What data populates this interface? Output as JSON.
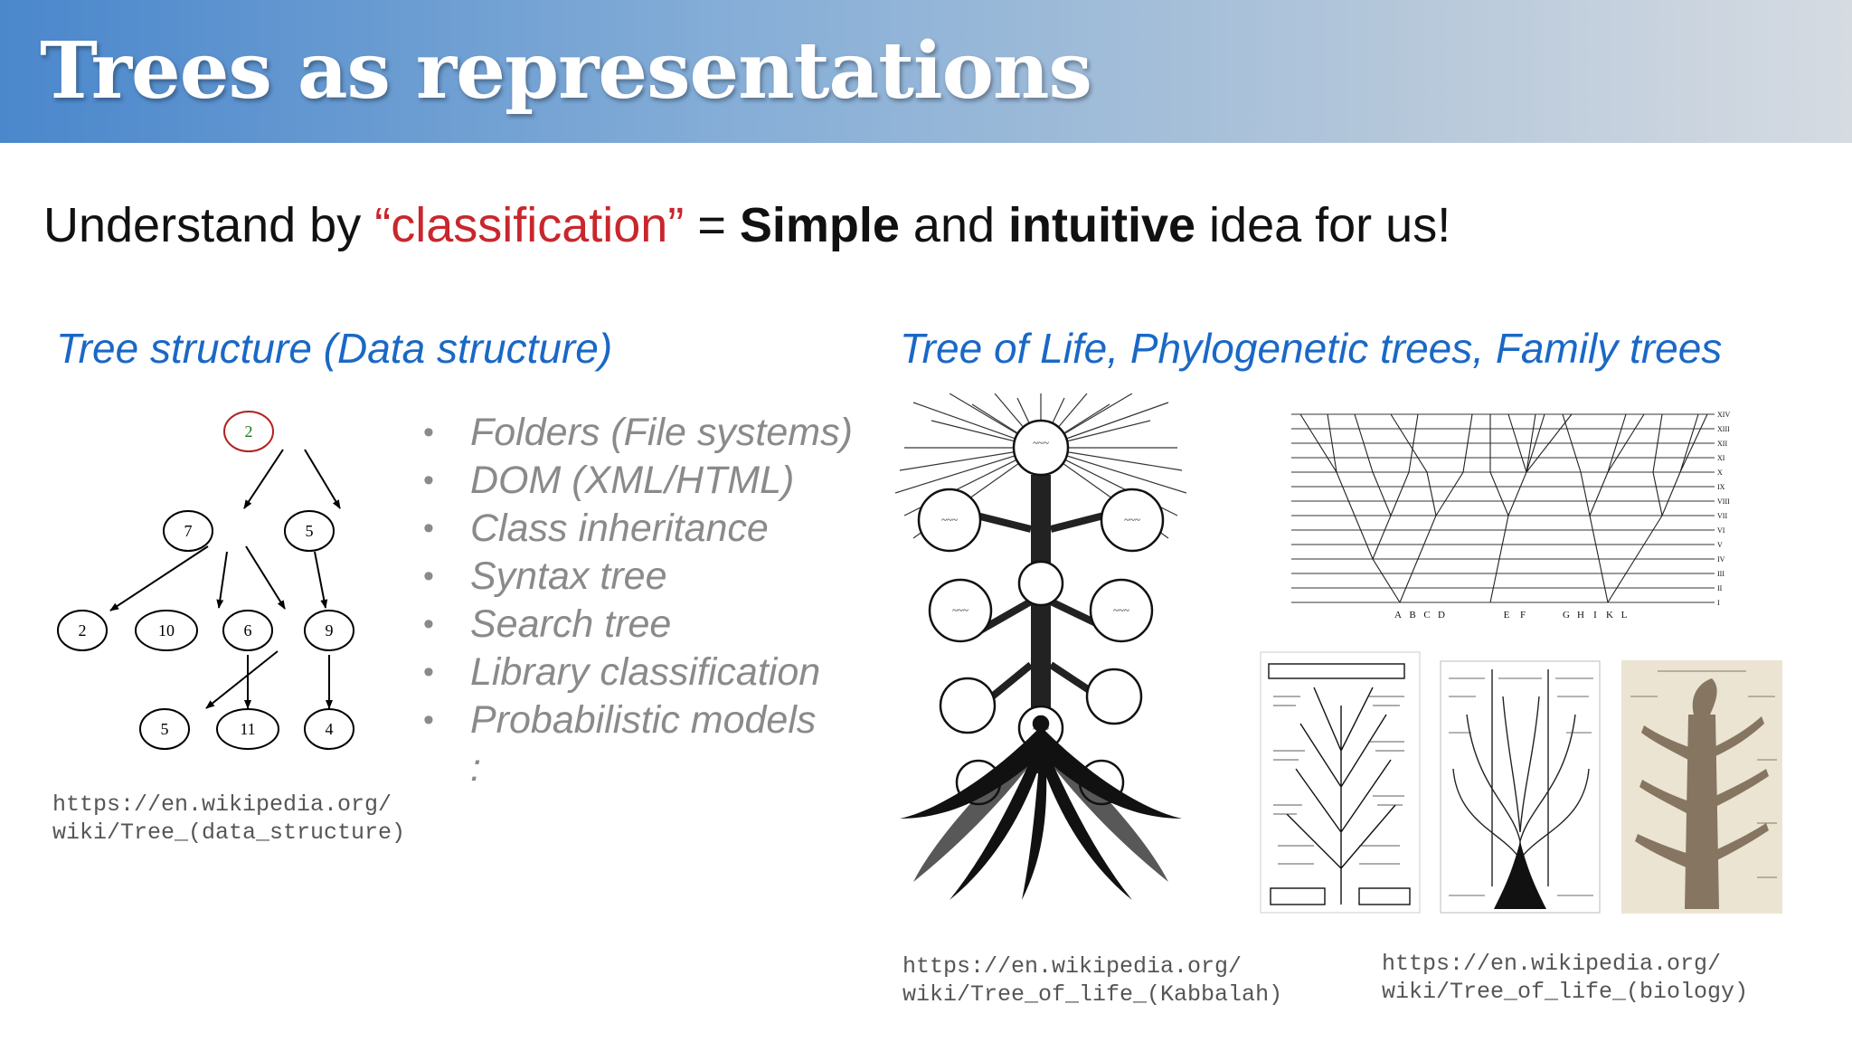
{
  "slide": {
    "title": "Trees as representations",
    "headline": {
      "part1": "Understand by ",
      "quoted": "“classification”",
      "part2": " = ",
      "bold1": "Simple",
      "part3": " and ",
      "bold2": "intuitive",
      "part4": " idea for us!"
    },
    "left": {
      "heading": "Tree structure (Data structure)",
      "tree_nodes": [
        "2",
        "7",
        "5",
        "2",
        "10",
        "6",
        "9",
        "5",
        "11",
        "4"
      ],
      "bullets": [
        "Folders (File systems)",
        "DOM (XML/HTML)",
        "Class inheritance",
        "Syntax tree",
        "Search tree",
        "Library classification",
        "Probabilistic models"
      ],
      "bullet_more": ":",
      "source_line1": "https://en.wikipedia.org/",
      "source_line2": "wiki/Tree_(data_structure)"
    },
    "right": {
      "heading": "Tree of Life, Phylogenetic trees, Family trees",
      "kabbalah_source_line1": "https://en.wikipedia.org/",
      "kabbalah_source_line2": "wiki/Tree_of_life_(Kabbalah)",
      "biology_source_line1": "https://en.wikipedia.org/",
      "biology_source_line2": "wiki/Tree_of_life_(biology)",
      "darwin_leaf_labels": [
        "A",
        "B",
        "C",
        "D",
        "E",
        "F",
        "G",
        "H",
        "I",
        "K",
        "L"
      ],
      "darwin_level_labels": [
        "XIV",
        "XIII",
        "XII",
        "XI",
        "X",
        "IX",
        "VIII",
        "VII",
        "VI",
        "V",
        "IV",
        "III",
        "II",
        "I"
      ]
    },
    "colors": {
      "header_start": "#4a87cc",
      "header_end": "#d6dbe2",
      "accent_red": "#c8272d",
      "accent_blue": "#1a68c6",
      "root_node_stroke": "#b22222",
      "root_node_text": "#1a7a1a"
    }
  }
}
